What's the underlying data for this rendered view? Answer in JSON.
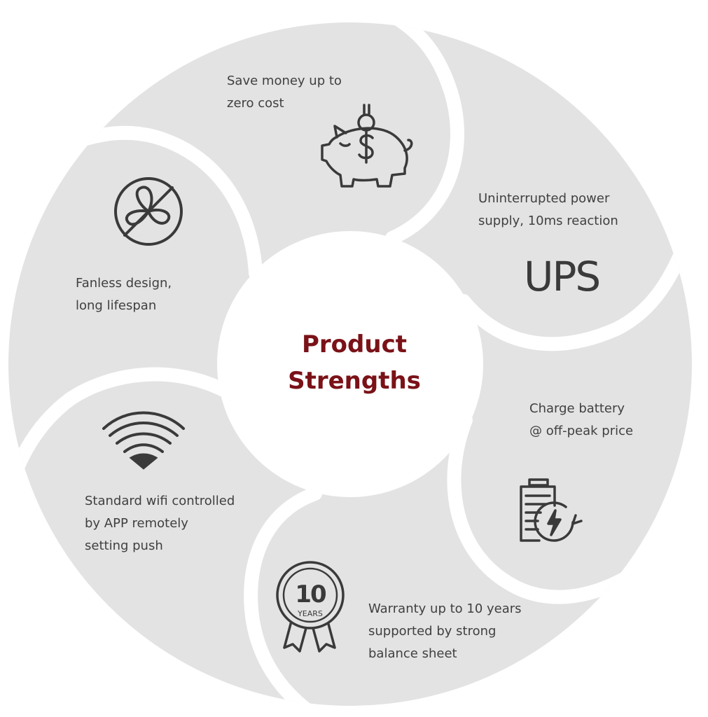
{
  "center": {
    "line1": "Product",
    "line2": "Strengths"
  },
  "segments": [
    {
      "id": "save-money",
      "icon": "piggy-bank-icon",
      "lines": [
        "Save money up to",
        "zero cost"
      ]
    },
    {
      "id": "ups",
      "icon": "ups-icon",
      "icon_text": "UPS",
      "lines": [
        "Uninterrupted power",
        "supply, 10ms reaction"
      ]
    },
    {
      "id": "charge",
      "icon": "battery-charge-icon",
      "lines": [
        "Charge battery",
        "@ off-peak price"
      ]
    },
    {
      "id": "warranty",
      "icon": "warranty-badge-icon",
      "badge_number": "10",
      "badge_word": "YEARS",
      "lines": [
        "Warranty up to 10 years",
        "supported by strong",
        "balance sheet"
      ]
    },
    {
      "id": "wifi",
      "icon": "wifi-icon",
      "lines": [
        "Standard wifi controlled",
        "by APP remotely",
        "setting push"
      ]
    },
    {
      "id": "fanless",
      "icon": "no-fan-icon",
      "lines": [
        "Fanless design,",
        "long lifespan"
      ]
    }
  ],
  "colors": {
    "segment_fill": "#e3e3e4",
    "gap": "#ffffff",
    "title": "#7a1218",
    "text": "#404040",
    "icon_stroke": "#3a3a3a"
  }
}
